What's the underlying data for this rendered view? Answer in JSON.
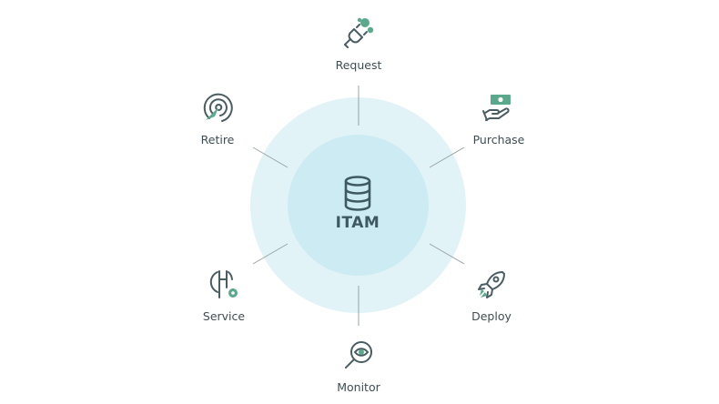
{
  "center": {
    "label": "ITAM",
    "icon": "database-icon"
  },
  "stages": [
    {
      "label": "Request",
      "icon": "plug-icon"
    },
    {
      "label": "Purchase",
      "icon": "hand-money-icon"
    },
    {
      "label": "Deploy",
      "icon": "rocket-icon"
    },
    {
      "label": "Monitor",
      "icon": "magnifier-eye-icon"
    },
    {
      "label": "Service",
      "icon": "wrench-gear-icon"
    },
    {
      "label": "Retire",
      "icon": "target-arrow-icon"
    }
  ],
  "colors": {
    "outer_ring": "#e2f3f7",
    "inner_circle": "#cdebf2",
    "icon_stroke": "#4a5d63",
    "accent_green": "#5aa98c",
    "connector": "#9aa3a6",
    "text": "#3f4d52"
  }
}
